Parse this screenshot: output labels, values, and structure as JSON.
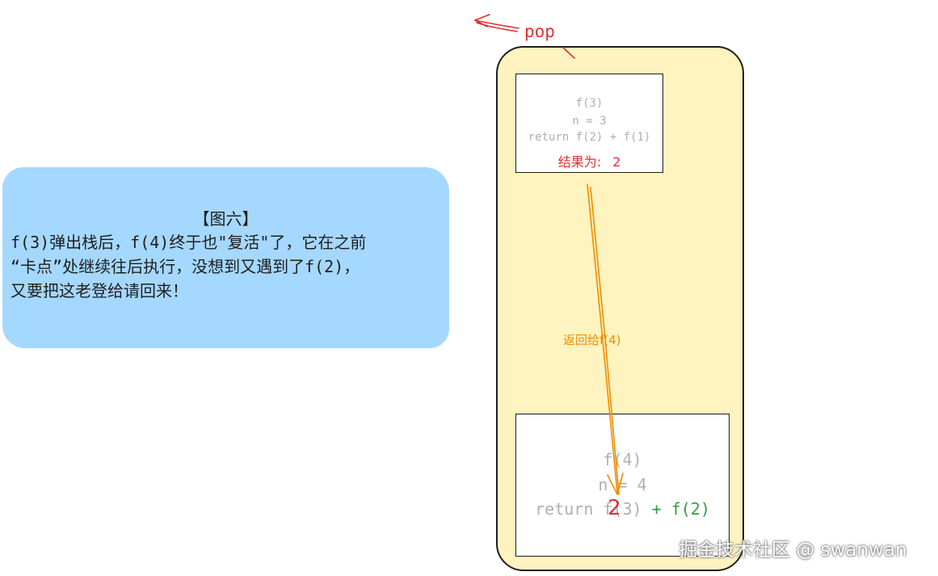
{
  "note": {
    "title": "【图六】",
    "body": "f(3)弹出栈后，f(4)终于也\"复活\"了，它在之前\n“卡点”处继续往后执行，没想到又遇到了f(2)，\n又要把这老登给请回来！"
  },
  "pop_label": "pop",
  "top_frame": {
    "name": "f(3)",
    "n": "n = 3",
    "ret": "return f(2) + f(1)",
    "result_label": "结果为:",
    "result_value": "2"
  },
  "return_label": "返回给f(4)",
  "bottom_frame": {
    "name": "f(4)",
    "n": "n = 4",
    "ret": "return f(3)",
    "plus": "+ f(2)"
  },
  "replaced_value": "2",
  "watermark": "掘金技术社区 @ swanwan",
  "colors": {
    "note_bg": "#a5d8ff",
    "stack_bg": "#fff3bf",
    "red": "#e03131",
    "orange": "#f08c00",
    "green": "#2f9e44",
    "gray_text": "#b0b0b0"
  }
}
